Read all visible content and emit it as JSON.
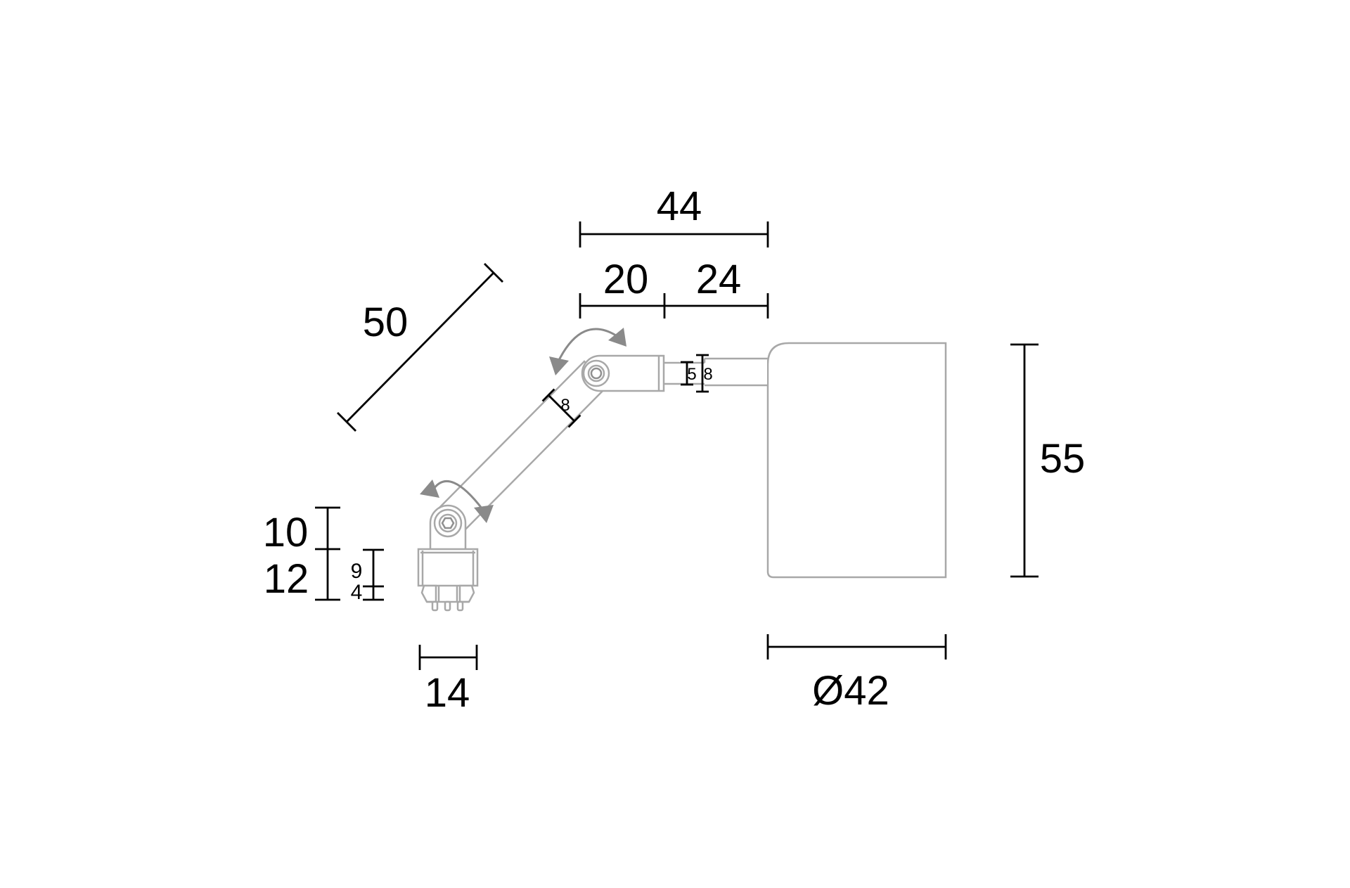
{
  "drawing": {
    "kind": "technical-dimension-drawing",
    "colors": {
      "background": "#ffffff",
      "product_outline": "#a8a8a8",
      "rotation_arrow": "#8a8a8a",
      "dimension_lines": "#000000"
    },
    "dims": {
      "top_total": "44",
      "top_segment_left": "20",
      "top_segment_right": "24",
      "arm_length": "50",
      "shade_height": "55",
      "shade_diameter": "Ø42",
      "base_width": "14",
      "bracket_height": "10",
      "base_height": "12",
      "base_block_height": "9",
      "base_flange_height": "4",
      "rod_diameter_inner": "5",
      "rod_diameter_outer": "8",
      "arm_diameter": "8"
    }
  }
}
